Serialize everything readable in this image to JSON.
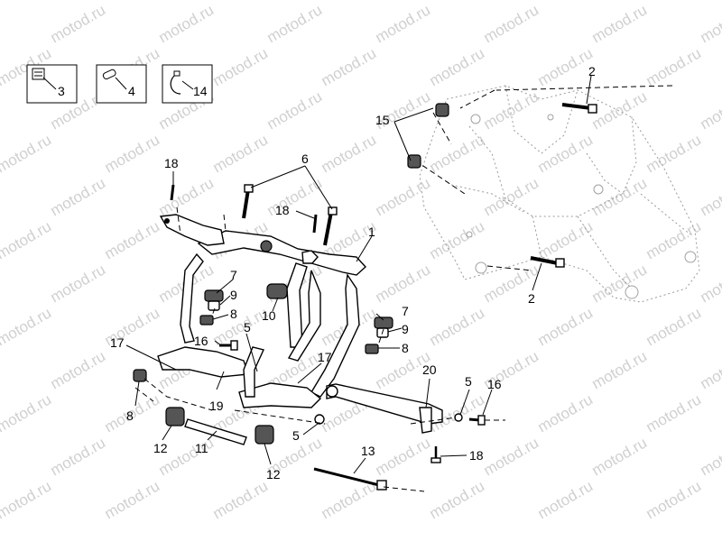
{
  "watermark": {
    "text": "motod.ru"
  },
  "legend": [
    {
      "number": "3",
      "icon": "clip-nut-icon"
    },
    {
      "number": "4",
      "icon": "sleeve-icon"
    },
    {
      "number": "14",
      "icon": "cable-tie-icon"
    }
  ],
  "callouts": {
    "c1": "1",
    "c2a": "2",
    "c2b": "2",
    "c5a": "5",
    "c5b": "5",
    "c5c": "5",
    "c6": "6",
    "c7a": "7",
    "c7b": "7",
    "c8a": "8",
    "c8b": "8",
    "c8c": "8",
    "c9a": "9",
    "c9b": "9",
    "c10": "10",
    "c11": "11",
    "c12a": "12",
    "c12b": "12",
    "c13": "13",
    "c15": "15",
    "c16a": "16",
    "c16b": "16",
    "c17a": "17",
    "c17b": "17",
    "c18a": "18",
    "c18b": "18",
    "c18c": "18",
    "c19": "19",
    "c20": "20"
  }
}
